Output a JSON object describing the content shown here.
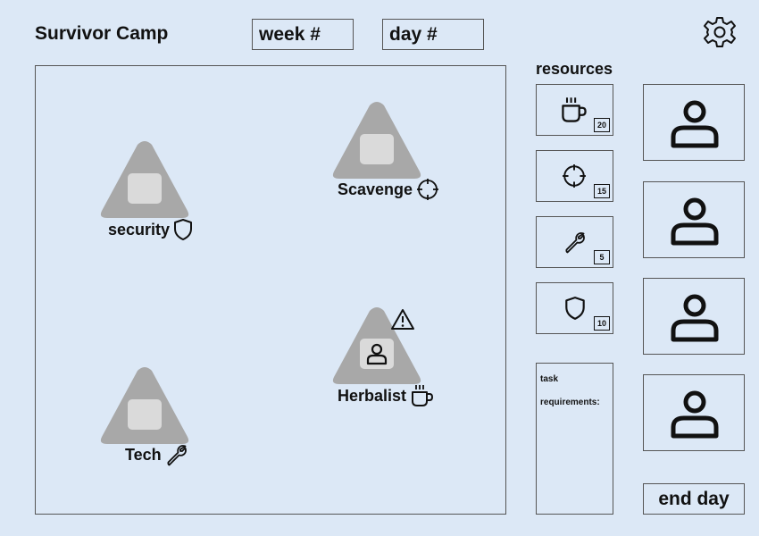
{
  "header": {
    "title": "Survivor Camp",
    "week_label": "week #",
    "day_label": "day #",
    "settings_icon": "gear-icon"
  },
  "stations": [
    {
      "label": "security",
      "icon": "shield-icon",
      "occupied": false
    },
    {
      "label": "Scavenge",
      "icon": "crosshair-icon",
      "occupied": false
    },
    {
      "label": "Herbalist",
      "icon": "coffee-cup-icon",
      "occupied": true,
      "warning": true
    },
    {
      "label": "Tech",
      "icon": "wrench-icon",
      "occupied": false
    }
  ],
  "resources": {
    "title": "resources",
    "items": [
      {
        "icon": "coffee-cup-icon",
        "count": "20"
      },
      {
        "icon": "crosshair-icon",
        "count": "15"
      },
      {
        "icon": "wrench-icon",
        "count": "5"
      },
      {
        "icon": "shield-icon",
        "count": "10"
      }
    ]
  },
  "task": {
    "line1": "task",
    "line2": "requirements:"
  },
  "survivors": [
    {
      "icon": "person-icon"
    },
    {
      "icon": "person-icon"
    },
    {
      "icon": "person-icon"
    },
    {
      "icon": "person-icon"
    }
  ],
  "end_day_label": "end day",
  "colors": {
    "background": "#dce8f6",
    "station": "#a8a8a8",
    "slot": "#dadada",
    "border": "#555555"
  }
}
